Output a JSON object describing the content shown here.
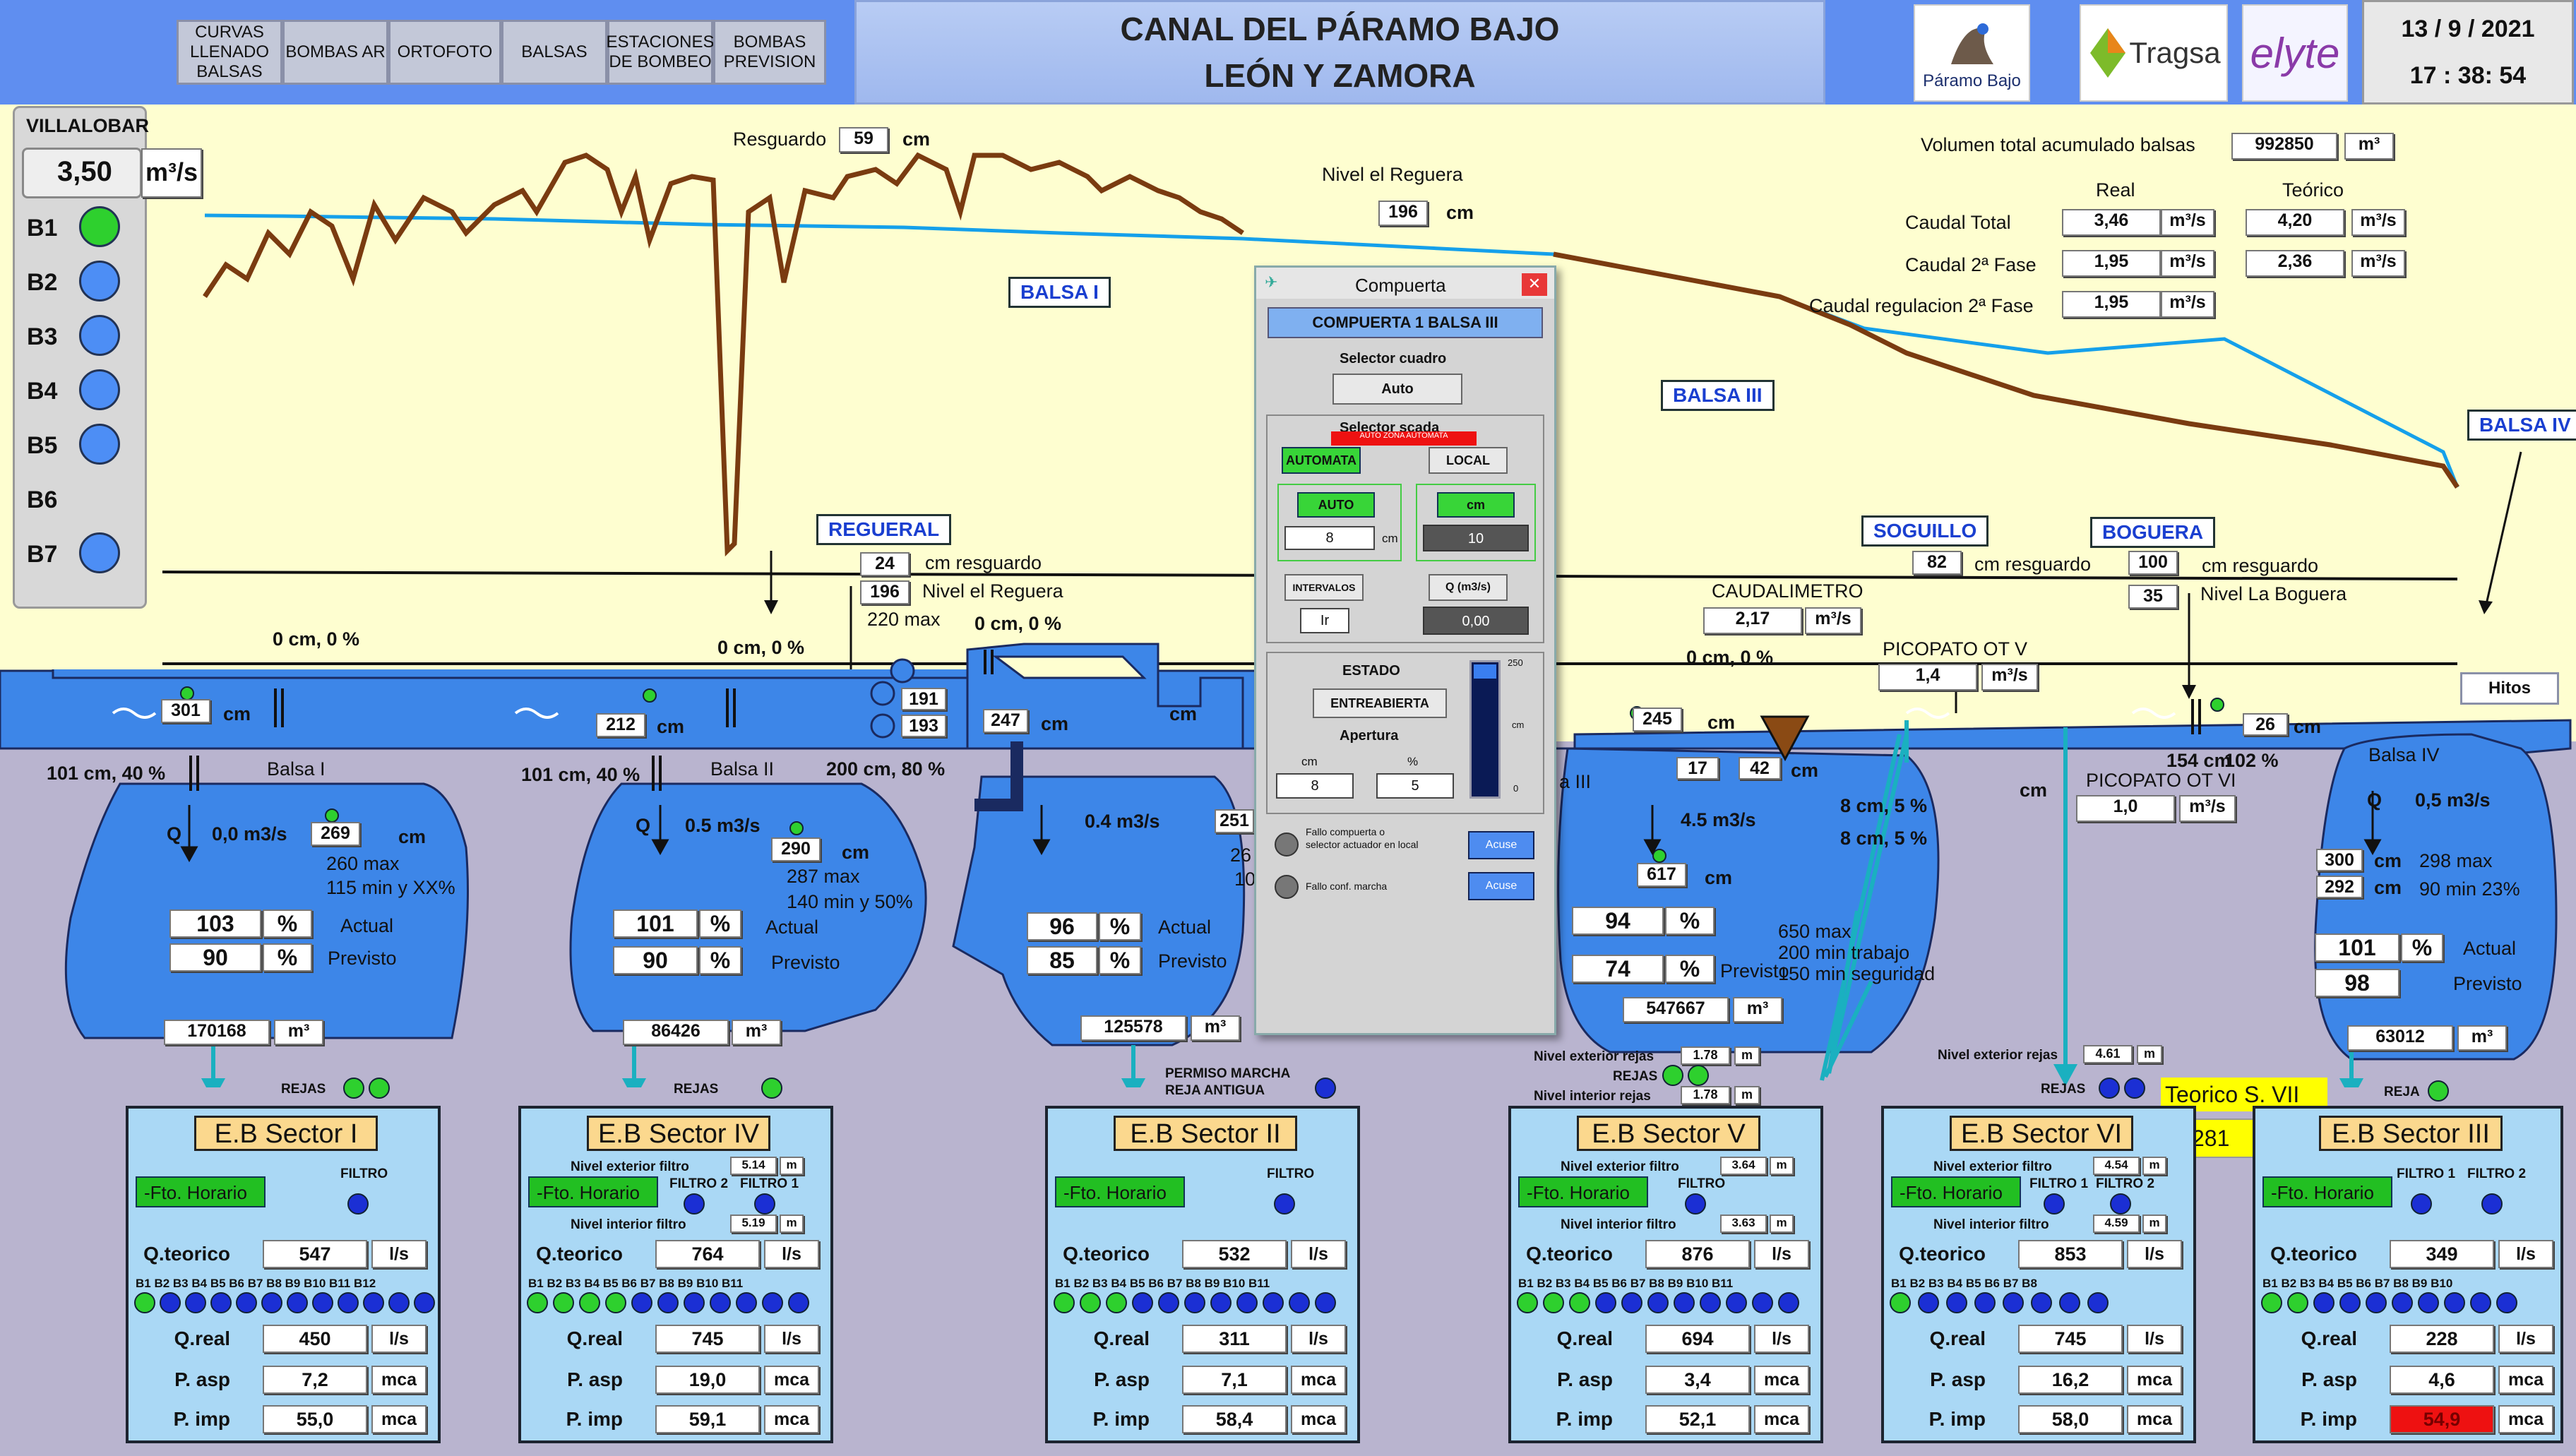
{
  "nav": [
    "CURVAS LLENADO BALSAS",
    "BOMBAS AR",
    "ORTOFOTO",
    "BALSAS",
    "ESTACIONES DE BOMBEO",
    "BOMBAS PREVISION"
  ],
  "title": {
    "line1": "CANAL DEL PÁRAMO BAJO",
    "line2": "LEÓN Y ZAMORA"
  },
  "logos": {
    "paramo": "Páramo Bajo",
    "tragsa": "Tragsa",
    "elyte": "elyte"
  },
  "clock": {
    "date": "13 /  9  /  2021",
    "time": "17  :  38:  54"
  },
  "villalobar": {
    "title": "VILLALOBAR",
    "value": "3,50",
    "unit": "m³/s",
    "pumps": [
      {
        "label": "B1",
        "state": "on"
      },
      {
        "label": "B2",
        "state": "off"
      },
      {
        "label": "B3",
        "state": "off"
      },
      {
        "label": "B4",
        "state": "off"
      },
      {
        "label": "B5",
        "state": "off"
      },
      {
        "label": "B6",
        "state": "none"
      },
      {
        "label": "B7",
        "state": "off"
      }
    ]
  },
  "profile": {
    "resguardo_label": "Resguardo",
    "resguardo_value": "59",
    "resguardo_unit": "cm",
    "nivel_reguera_label": "Nivel el Reguera",
    "nivel_reguera_value": "196",
    "nivel_reguera_unit": "cm"
  },
  "volumen": {
    "label": "Volumen total acumulado balsas",
    "value": "992850",
    "unit": "m³"
  },
  "caudales": {
    "real_header": "Real",
    "teorico_header": "Teórico",
    "rows": [
      {
        "label": "Caudal Total",
        "real": "3,46",
        "real_unit": "m³/s",
        "teo": "4,20",
        "teo_unit": "m³/s"
      },
      {
        "label": "Caudal 2ª Fase",
        "real": "1,95",
        "real_unit": "m³/s",
        "teo": "2,36",
        "teo_unit": "m³/s"
      },
      {
        "label": "Caudal regulacion 2ª Fase",
        "real": "1,95",
        "real_unit": "m³/s"
      }
    ]
  },
  "balsa_names": [
    "BALSA I",
    "BALSA III",
    "BALSA IV"
  ],
  "reguera": {
    "name": "REGUERAL",
    "resguardo": "24",
    "resguardo_label": "cm resguardo",
    "nivel": "196",
    "nivel_label": "Nivel el Reguera",
    "max": "220 max"
  },
  "soguillo": {
    "name": "SOGUILLO",
    "value": "82",
    "label": "cm resguardo"
  },
  "boguera": {
    "name": "BOGUERA",
    "value": "100",
    "label": "cm resguardo",
    "nivel": "35",
    "nivel_label": "Nivel La Boguera"
  },
  "caudalimetro": {
    "label": "CAUDALIMETRO",
    "value": "2,17",
    "unit": "m³/s"
  },
  "picopato5": {
    "label": "PICOPATO OT V",
    "value": "1,4",
    "unit": "m³/s"
  },
  "picopato6": {
    "label": "PICOPATO OT VI",
    "value": "1,0",
    "unit": "m³/s"
  },
  "hitos": "Hitos",
  "canal": {
    "c1": "0  cm,  0  %",
    "c2": "0  cm,  0  %",
    "c3": "0  cm,  0  %",
    "c4": "0  cm,  0  %",
    "v301": "301",
    "v212": "212",
    "v247": "247",
    "v191": "191",
    "v193": "193",
    "v245": "245",
    "v17": "17",
    "v42": "42",
    "v26": "26",
    "cm": "cm",
    "l1": "101 cm,  40  %",
    "l2": "101 cm,  40  %",
    "l3": "200 cm,  80  %",
    "l4": "154 cm",
    "l5": "102 %",
    "r1": "8  cm,  5  %",
    "r2": "8  cm,  5  %"
  },
  "b1": {
    "name": "Balsa I",
    "q": "0,0 m3/s",
    "level": "269",
    "unit": "cm",
    "max": "260 max",
    "min": "115 min y XX%",
    "actual": "103",
    "previsto": "90",
    "pct": "%",
    "actual_label": "Actual",
    "previsto_label": "Previsto",
    "vol": "170168",
    "vol_unit": "m³"
  },
  "b2": {
    "name": "Balsa II",
    "q": "0.5 m3/s",
    "level": "290",
    "unit": "cm",
    "max": "287 max",
    "min": "140 min y 50%",
    "actual": "101",
    "previsto": "90",
    "vol": "86426"
  },
  "b3": {
    "q": "0.4 m3/s",
    "level": "251",
    "max": "26",
    "min": "10",
    "actual": "96",
    "previsto": "85",
    "vol": "125578",
    "name": "a III"
  },
  "b5": {
    "q": "4.5 m3/s",
    "level": "617",
    "actual": "94",
    "previsto": "74",
    "vol": "547667",
    "max": "650 max",
    "trabajo": "200 min trabajo",
    "seguridad": "150 min seguridad"
  },
  "b4": {
    "name": "Balsa IV",
    "q": "0,5 m3/s",
    "level1": "300",
    "level2": "292",
    "max": "298 max",
    "min": "90 min 23%",
    "actual": "101",
    "previsto": "98",
    "vol": "63012"
  },
  "rejas": {
    "label": "REJAS",
    "reja": "REJA",
    "permiso": "PERMISO MARCHA",
    "antigua": "REJA ANTIGUA",
    "ext_label": "Nivel exterior rejas",
    "int_label": "Nivel interior rejas",
    "ext5": "1.78",
    "int5": "1.78",
    "ext6": "4.61",
    "m": "m"
  },
  "teorico_s7": {
    "label": "Teorico S. VII",
    "value": "281"
  },
  "sectors": {
    "s1": {
      "title": "E.B Sector I",
      "fto": "-Fto. Horario",
      "filtro": "FILTRO",
      "qteo": "547",
      "qreal": "450",
      "pasp": "7,2",
      "pimp": "55,0",
      "bombs": "B1 B2 B3 B4 B5 B6 B7 B8 B9 B10 B11 B12"
    },
    "s4": {
      "title": "E.B Sector IV",
      "fto": "-Fto. Horario",
      "ext_label": "Nivel exterior filtro",
      "ext": "5.14",
      "int_label": "Nivel interior filtro",
      "int": "5.19",
      "f2": "FILTRO 2",
      "f1": "FILTRO 1",
      "qteo": "764",
      "qreal": "745",
      "pasp": "19,0",
      "pimp": "59,1",
      "bombs": "B1 B2 B3 B4 B5 B6 B7 B8 B9 B10 B11"
    },
    "s2": {
      "title": "E.B Sector II",
      "fto": "-Fto. Horario",
      "filtro": "FILTRO",
      "qteo": "532",
      "qreal": "311",
      "pasp": "7,1",
      "pimp": "58,4",
      "bombs": "B1 B2 B3 B4 B5 B6 B7 B8 B9 B10 B11"
    },
    "s5": {
      "title": "E.B Sector V",
      "fto": "-Fto. Horario",
      "ext_label": "Nivel exterior filtro",
      "ext": "3.64",
      "int_label": "Nivel interior filtro",
      "int": "3.63",
      "filtro": "FILTRO",
      "qteo": "876",
      "qreal": "694",
      "pasp": "3,4",
      "pimp": "52,1",
      "bombs": "B1 B2 B3 B4 B5 B6 B7 B8 B9 B10 B11"
    },
    "s6": {
      "title": "E.B Sector VI",
      "fto": "-Fto. Horario",
      "ext_label": "Nivel exterior filtro",
      "ext": "4.54",
      "int_label": "Nivel interior filtro",
      "int": "4.59",
      "f1": "FILTRO 1",
      "f2": "FILTRO 2",
      "qteo": "853",
      "qreal": "745",
      "pasp": "16,2",
      "pimp": "58,0",
      "bombs": "B1 B2 B3 B4 B5 B6 B7 B8"
    },
    "s3": {
      "title": "E.B Sector III",
      "fto": "-Fto. Horario",
      "f1": "FILTRO 1",
      "f2": "FILTRO 2",
      "qteo": "349",
      "qreal": "228",
      "pasp": "4,6",
      "pimp": "54,9",
      "bombs": "B1 B2 B3 B4 B5 B6 B7 B8 B9 B10"
    }
  },
  "sector_labels": {
    "qteo": "Q.teorico",
    "qreal": "Q.real",
    "pasp": "P. asp",
    "pimp": "P. imp",
    "ls": "l/s",
    "mca": "mca"
  },
  "dialog": {
    "title": "Compuerta",
    "close": "✕",
    "header": "COMPUERTA 1 BALSA III",
    "selector_cuadro": "Selector cuadro",
    "auto": "Auto",
    "selector_scada": "Selector scada",
    "alarm": "AUTO ZONA AUTOMATA",
    "automata": "AUTOMATA",
    "local": "LOCAL",
    "auto_btn": "AUTO",
    "cm_btn": "cm",
    "in_cm": "8",
    "cm": "cm",
    "setpoint": "10",
    "intervalos": "INTERVALOS",
    "q_btn": "Q (m3/s)",
    "ir": "Ir",
    "q_val": "0,00",
    "estado": "ESTADO",
    "estado_val": "ENTREABIERTA",
    "apertura": "Apertura",
    "ap_cm_label": "cm",
    "ap_pct_label": "%",
    "ap_cm": "8",
    "ap_pct": "5",
    "scale_top": "250",
    "scale_bot": "0",
    "scale_unit": "cm",
    "fallo1": "Fallo compuerta o selector actuador en local",
    "fallo2": "Fallo conf. marcha",
    "acuse": "Acuse"
  },
  "colors": {
    "topbar": "#5f8ef0",
    "panel": "#fefed0",
    "water": "#3d86e8",
    "sector": "#aad8f5",
    "green": "#2ed02e",
    "blue": "#1b2fd4",
    "alarm": "#ee1111"
  }
}
